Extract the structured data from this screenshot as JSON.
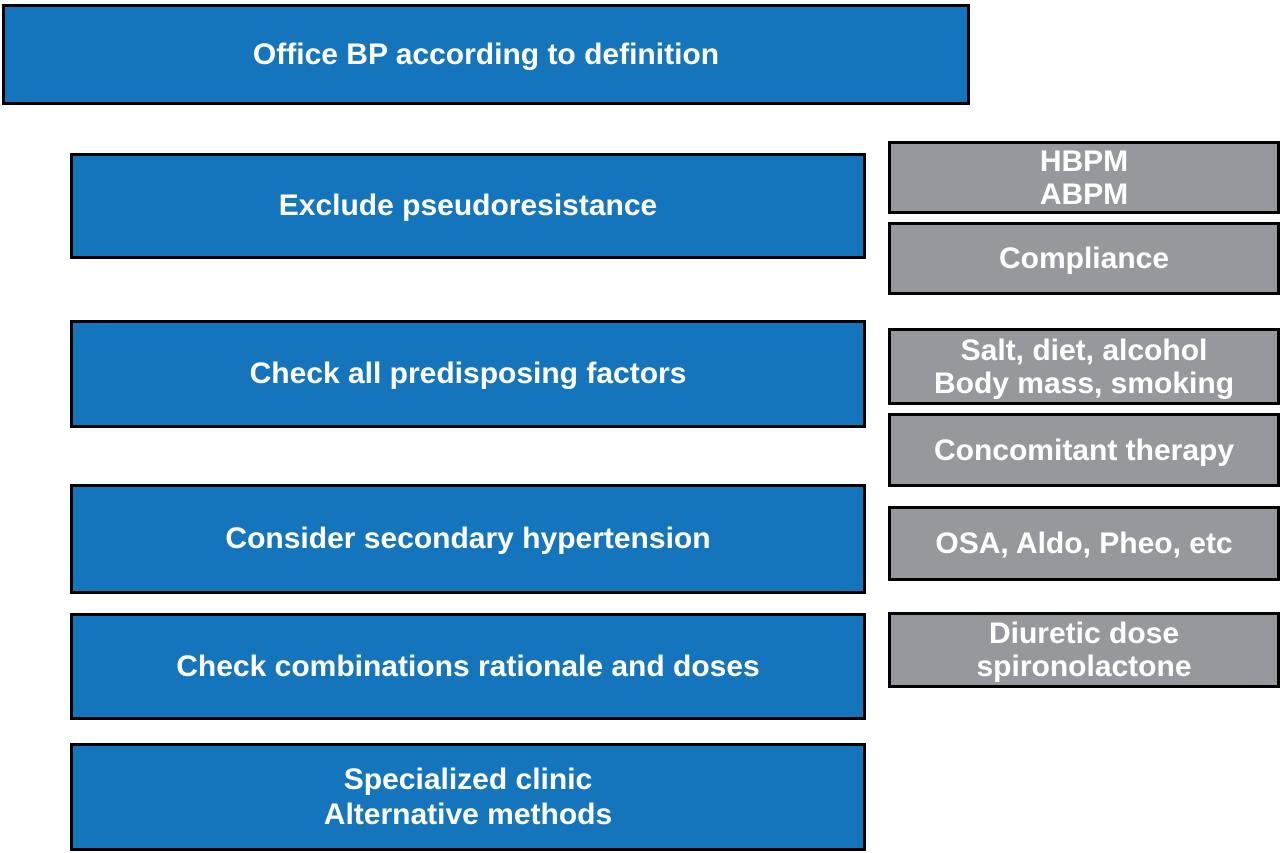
{
  "diagram": {
    "title": "Office BP according to definition",
    "steps": [
      {
        "lines": [
          "Exclude pseudoresistance"
        ]
      },
      {
        "lines": [
          "Check all predisposing factors"
        ]
      },
      {
        "lines": [
          "Consider secondary hypertension"
        ]
      },
      {
        "lines": [
          "Check combinations rationale and doses"
        ]
      },
      {
        "lines": [
          "Specialized clinic",
          "Alternative methods"
        ]
      }
    ],
    "notes": [
      {
        "lines": [
          "HBPM",
          "ABPM"
        ]
      },
      {
        "lines": [
          "Compliance"
        ]
      },
      {
        "lines": [
          "Salt, diet, alcohol",
          "Body mass, smoking"
        ]
      },
      {
        "lines": [
          "Concomitant therapy"
        ]
      },
      {
        "lines": [
          "OSA, Aldo, Pheo, etc"
        ]
      },
      {
        "lines": [
          "Diuretic dose",
          "spironolactone"
        ]
      }
    ],
    "colors": {
      "step_fill": "#1475bd",
      "note_fill": "#96989d",
      "border": "#000000",
      "text": "#ffffff",
      "background": "#ffffff"
    }
  }
}
